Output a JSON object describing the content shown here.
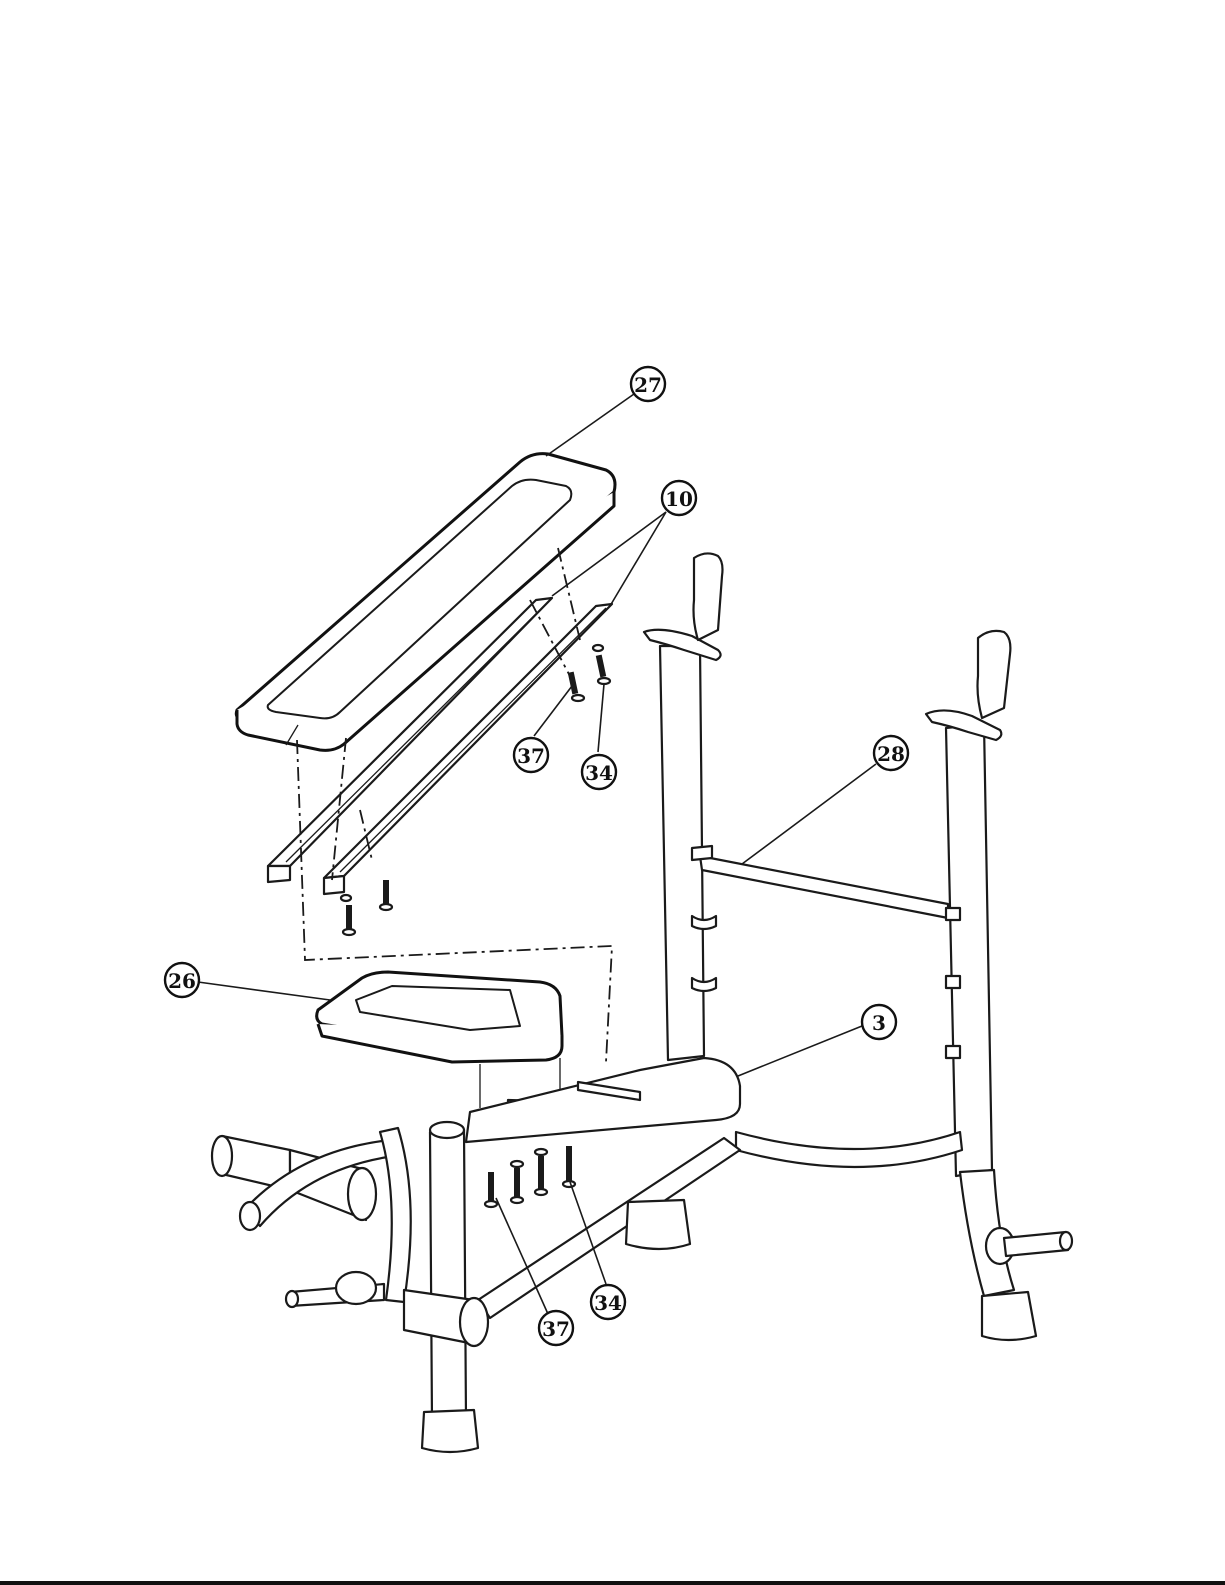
{
  "callouts": [
    {
      "id": "c27",
      "label": "27"
    },
    {
      "id": "c10",
      "label": "10"
    },
    {
      "id": "c37a",
      "label": "37"
    },
    {
      "id": "c34a",
      "label": "34"
    },
    {
      "id": "c28",
      "label": "28"
    },
    {
      "id": "c26",
      "label": "26"
    },
    {
      "id": "c3",
      "label": "3"
    },
    {
      "id": "c34b",
      "label": "34"
    },
    {
      "id": "c37b",
      "label": "37"
    }
  ]
}
